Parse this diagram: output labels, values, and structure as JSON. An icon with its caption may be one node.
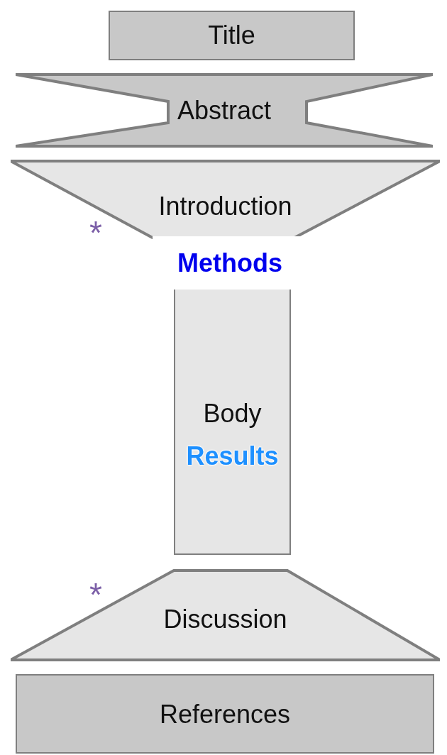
{
  "diagram": {
    "nodes": [
      {
        "text": [
          "Title"
        ]
      },
      {
        "text": [
          "Abstract"
        ]
      },
      {
        "text": [
          "Introduction"
        ]
      },
      {
        "text": [
          "Body",
          "Results"
        ]
      },
      {
        "text": [
          "Discussion"
        ]
      },
      {
        "text": [
          "References"
        ]
      }
    ],
    "labels": [
      "*",
      "Methods",
      "*"
    ]
  }
}
